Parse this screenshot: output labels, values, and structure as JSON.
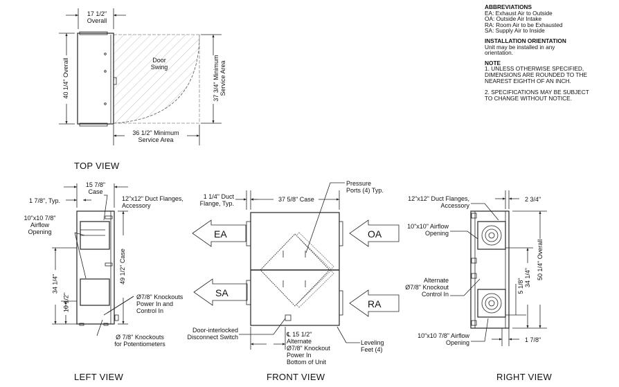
{
  "notes": {
    "abbreviations_title": "ABBREVIATIONS",
    "abbreviations": [
      "EA: Exhaust Air to Outside",
      "OA: Outside Air Intake",
      "RA: Room Air to be Exhausted",
      "SA: Supply Air to Inside"
    ],
    "orientation_title": "INSTALLATION ORIENTATION",
    "orientation_text": "Unit may be installed in any\norientation.",
    "note_title": "NOTE",
    "note_1": "1. UNLESS OTHERWISE SPECIFIED,\nDIMENSIONS ARE ROUNDED TO THE\nNEAREST EIGHTH OF AN INCH.",
    "note_2": "2. SPECIFICATIONS MAY BE SUBJECT\nTO CHANGE WITHOUT NOTICE."
  },
  "top_view": {
    "title": "TOP VIEW",
    "width_dim": "17 1/2\"\nOverall",
    "depth_dim": "40 1/4\" Overall",
    "door_swing": "Door\nSwing",
    "service_depth": "37 3/4\" Minimum\nService Area",
    "service_width": "36 1/2\" Minimum\nService Area"
  },
  "left_view": {
    "title": "LEFT VIEW",
    "case_width": "15 7/8\"\nCase",
    "flange_typ": "1 7/8\", Typ.",
    "duct_flanges": "12\"x12\" Duct Flanges,\nAccessory",
    "airflow_opening": "10\"x10 7/8\"\nAirflow\nOpening",
    "case_height": "49 1/2\" Case",
    "dim_34": "34 1/4\"",
    "dim_10": "10 1/2\"",
    "knockouts_power": "Ø7/8\" Knockouts\nPower In and\nControl In",
    "knockouts_pot": "Ø 7/8\" Knockouts\nfor Potentiometers"
  },
  "front_view": {
    "title": "FRONT VIEW",
    "duct_flange": "1 1/4\" Duct\nFlange, Typ.",
    "case_width": "37 5/8\" Case",
    "pressure_ports": "Pressure\nPorts (4) Typ.",
    "arrows": {
      "ea": "EA",
      "sa": "SA",
      "oa": "OA",
      "ra": "RA"
    },
    "disconnect": "Door-interlocked\nDisconnect Switch",
    "alt_knockout": "℄ 15 1/2\"\nAlternate\nØ7/8\" Knockout\nPower In\nBottom of Unit",
    "leveling_feet": "Leveling\nFeet (4)"
  },
  "right_view": {
    "title": "RIGHT VIEW",
    "duct_flanges": "12\"x12\" Duct Flanges,\nAccessory",
    "dim_234": "2 3/4\"",
    "airflow_top": "10\"x10\" Airflow\nOpening",
    "alt_knockout": "Alternate\nØ7/8\" Knockout\nControl In",
    "dim_518": "5 1/8\"",
    "dim_3414": "34 1/4\"",
    "overall": "50 1/4\" Overall",
    "airflow_bottom": "10\"x10 7/8\" Airflow\nOpening",
    "dim_178": "1 7/8\""
  }
}
